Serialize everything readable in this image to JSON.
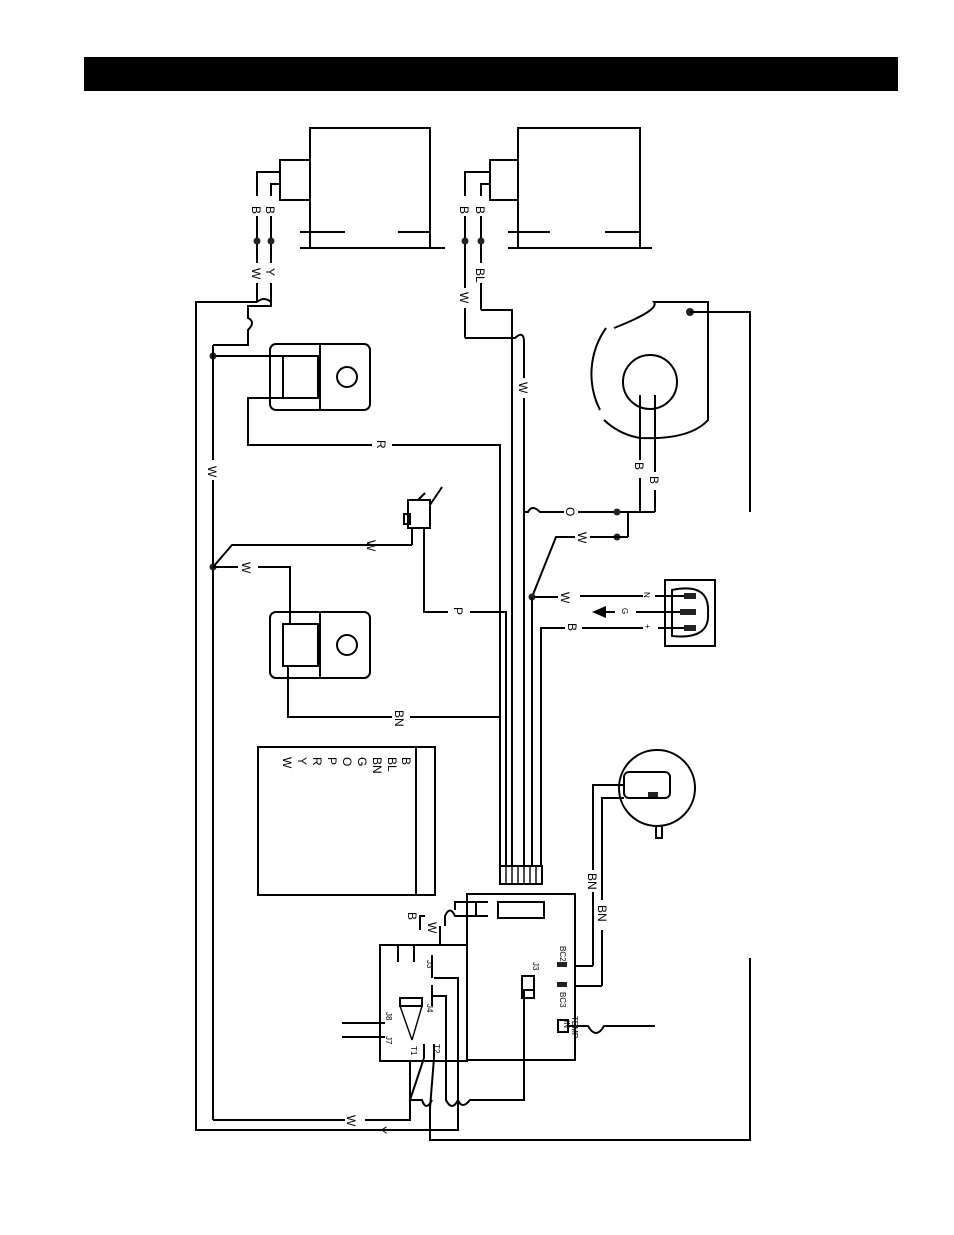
{
  "header_bar_color": "#000000",
  "wire_codes": {
    "B": "B",
    "BL": "BL",
    "BN": "BN",
    "G": "G",
    "O": "O",
    "P": "P",
    "R": "R",
    "Y": "Y",
    "W": "W"
  },
  "legend": {
    "codes": [
      "B",
      "BL",
      "BN",
      "G",
      "O",
      "P",
      "R",
      "Y",
      "W"
    ]
  },
  "receptacle": {
    "pins": [
      "N",
      "G",
      "+"
    ]
  },
  "board": {
    "terminals": {
      "j3": "J3",
      "j4": "J4",
      "j7": "J7",
      "j8": "J8",
      "t1": "T1",
      "t2": "T2",
      "bc2": "BC2",
      "bc3": "BC3",
      "temp": "TEMP",
      "in": "IN"
    }
  }
}
